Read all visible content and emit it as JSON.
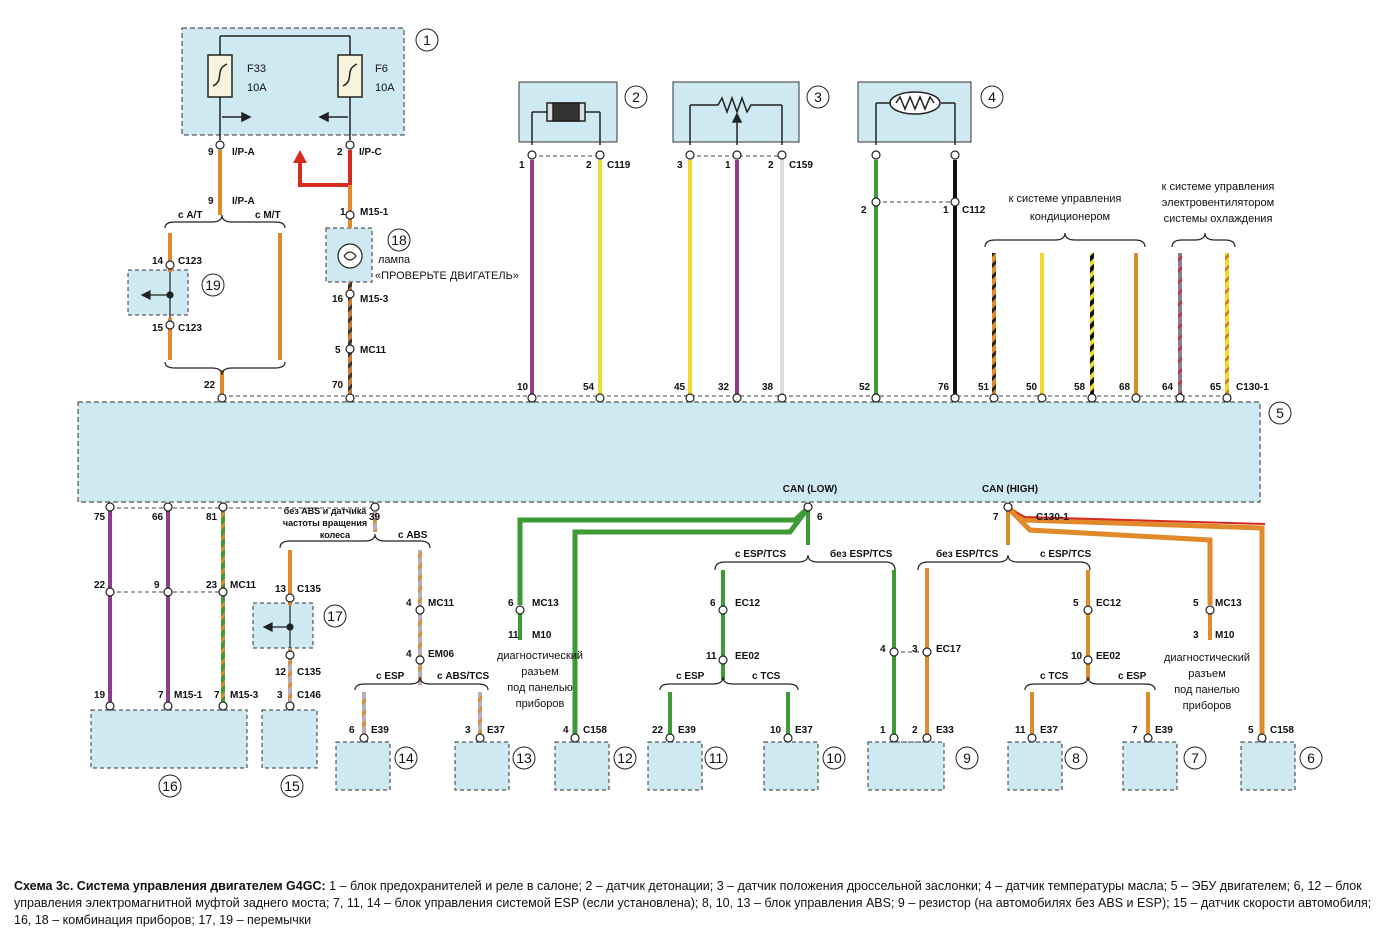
{
  "caption": {
    "title": "Схема 3с. Система управления двигателем G4GC:",
    "text": "1 – блок предохранителей и реле в салоне; 2 – датчик детонации; 3 – датчик положения дроссельной заслонки; 4 – датчик температуры масла; 5 – ЭБУ двигателем; 6, 12 – блок управления электромагнитной муфтой заднего моста; 7, 11, 14 – блок управления системой ESP (если установлена); 8, 10, 13 – блок управления ABS; 9 – резистор (на автомобилях без ABS и ESP); 15 – датчик скорости автомобиля; 16, 18 – комбинация приборов; 17, 19 – перемычки"
  },
  "colors": {
    "box_fill": "#cfe9f2",
    "wire_orange": "#e08a2c",
    "wire_red": "#d62b1e",
    "wire_purple": "#8c3d8f",
    "wire_yellow": "#f0d82e",
    "wire_green": "#3e9a35",
    "wire_black": "#111111",
    "wire_white": "#dcdcdc",
    "wire_grey": "#8a7f8e"
  },
  "fuses": {
    "f33": "F33",
    "f33_rating": "10A",
    "f6": "F6",
    "f6_rating": "10A"
  },
  "lamp_label_1": "лампа",
  "lamp_label_2": "«ПРОВЕРЬТЕ ДВИГАТЕЛЬ»",
  "ac_label_1": "к системе управления",
  "ac_label_2": "кондиционером",
  "fan_label_1": "к системе управления",
  "fan_label_2": "электровентилятором",
  "fan_label_3": "системы охлаждения",
  "can_low": "CAN (LOW)",
  "can_high": "CAN (HIGH)",
  "abs_note_1": "без ABS и датчика",
  "abs_note_2": "частоты вращения",
  "abs_note_3": "колеса",
  "diag_left": [
    "диагностический",
    "разъем",
    "под панелью",
    "приборов"
  ],
  "diag_right": [
    "диагностический",
    "разъем",
    "под панелью",
    "приборов"
  ],
  "numbers": [
    "1",
    "2",
    "3",
    "4",
    "5",
    "6",
    "7",
    "8",
    "9",
    "10",
    "11",
    "12",
    "13",
    "14",
    "15",
    "16",
    "17",
    "18",
    "19"
  ],
  "labels": [
    {
      "id": "l1",
      "t": "9"
    },
    {
      "id": "l2",
      "t": "I/P-A"
    },
    {
      "id": "l3",
      "t": "2"
    },
    {
      "id": "l4",
      "t": "I/P-C"
    },
    {
      "id": "l5",
      "t": "9"
    },
    {
      "id": "l6",
      "t": "I/P-A"
    },
    {
      "id": "l7",
      "t": "с А/Т"
    },
    {
      "id": "l8",
      "t": "с М/Т"
    },
    {
      "id": "l9",
      "t": "1"
    },
    {
      "id": "l10",
      "t": "M15-1"
    },
    {
      "id": "l11",
      "t": "14"
    },
    {
      "id": "l12",
      "t": "C123"
    },
    {
      "id": "l13",
      "t": "15"
    },
    {
      "id": "l14",
      "t": "C123"
    },
    {
      "id": "l15",
      "t": "16"
    },
    {
      "id": "l16",
      "t": "M15-3"
    },
    {
      "id": "l17",
      "t": "5"
    },
    {
      "id": "l18",
      "t": "MC11"
    },
    {
      "id": "l19",
      "t": "22"
    },
    {
      "id": "l20",
      "t": "70"
    },
    {
      "id": "l21",
      "t": "1"
    },
    {
      "id": "l22",
      "t": "2"
    },
    {
      "id": "l23",
      "t": "C119"
    },
    {
      "id": "l24",
      "t": "10"
    },
    {
      "id": "l25",
      "t": "54"
    },
    {
      "id": "l26",
      "t": "3"
    },
    {
      "id": "l27",
      "t": "1"
    },
    {
      "id": "l28",
      "t": "2"
    },
    {
      "id": "l29",
      "t": "C159"
    },
    {
      "id": "l30",
      "t": "45"
    },
    {
      "id": "l31",
      "t": "32"
    },
    {
      "id": "l32",
      "t": "38"
    },
    {
      "id": "l33",
      "t": "2"
    },
    {
      "id": "l34",
      "t": "1"
    },
    {
      "id": "l35",
      "t": "C112"
    },
    {
      "id": "l36",
      "t": "52"
    },
    {
      "id": "l37",
      "t": "76"
    },
    {
      "id": "l38",
      "t": "51"
    },
    {
      "id": "l39",
      "t": "50"
    },
    {
      "id": "l40",
      "t": "58"
    },
    {
      "id": "l41",
      "t": "68"
    },
    {
      "id": "l42",
      "t": "64"
    },
    {
      "id": "l43",
      "t": "65"
    },
    {
      "id": "l44",
      "t": "C130-1"
    },
    {
      "id": "l45",
      "t": "75"
    },
    {
      "id": "l46",
      "t": "66"
    },
    {
      "id": "l47",
      "t": "81"
    },
    {
      "id": "l48",
      "t": "22"
    },
    {
      "id": "l49",
      "t": "9"
    },
    {
      "id": "l50",
      "t": "23"
    },
    {
      "id": "l51",
      "t": "MC11"
    },
    {
      "id": "l52",
      "t": "19"
    },
    {
      "id": "l53",
      "t": "7"
    },
    {
      "id": "l54",
      "t": "M15-1"
    },
    {
      "id": "l55",
      "t": "7"
    },
    {
      "id": "l56",
      "t": "M15-3"
    },
    {
      "id": "l57",
      "t": "39"
    },
    {
      "id": "l58",
      "t": "с ABS"
    },
    {
      "id": "l59",
      "t": "13"
    },
    {
      "id": "l60",
      "t": "C135"
    },
    {
      "id": "l61",
      "t": "12"
    },
    {
      "id": "l62",
      "t": "C135"
    },
    {
      "id": "l63",
      "t": "3"
    },
    {
      "id": "l64",
      "t": "C146"
    },
    {
      "id": "l65",
      "t": "4"
    },
    {
      "id": "l66",
      "t": "MC11"
    },
    {
      "id": "l67",
      "t": "4"
    },
    {
      "id": "l68",
      "t": "EM06"
    },
    {
      "id": "l69",
      "t": "с ESP"
    },
    {
      "id": "l70",
      "t": "с ABS/TCS"
    },
    {
      "id": "l71",
      "t": "6"
    },
    {
      "id": "l72",
      "t": "E39"
    },
    {
      "id": "l73",
      "t": "3"
    },
    {
      "id": "l74",
      "t": "E37"
    },
    {
      "id": "l75",
      "t": "6"
    },
    {
      "id": "l76",
      "t": "MC13"
    },
    {
      "id": "l77",
      "t": "11"
    },
    {
      "id": "l78",
      "t": "M10"
    },
    {
      "id": "l79",
      "t": "4"
    },
    {
      "id": "l80",
      "t": "C158"
    },
    {
      "id": "l81",
      "t": "6"
    },
    {
      "id": "l82",
      "t": "с ESP/TCS"
    },
    {
      "id": "l83",
      "t": "без ESP/TCS"
    },
    {
      "id": "l84",
      "t": "6"
    },
    {
      "id": "l85",
      "t": "EC12"
    },
    {
      "id": "l86",
      "t": "11"
    },
    {
      "id": "l87",
      "t": "EE02"
    },
    {
      "id": "l88",
      "t": "с ESP"
    },
    {
      "id": "l89",
      "t": "с TCS"
    },
    {
      "id": "l90",
      "t": "22"
    },
    {
      "id": "l91",
      "t": "E39"
    },
    {
      "id": "l92",
      "t": "10"
    },
    {
      "id": "l93",
      "t": "E37"
    },
    {
      "id": "l94",
      "t": "7"
    },
    {
      "id": "l95",
      "t": "C130-1"
    },
    {
      "id": "l96",
      "t": "без ESP/TCS"
    },
    {
      "id": "l97",
      "t": "с ESP/TCS"
    },
    {
      "id": "l98",
      "t": "4"
    },
    {
      "id": "l99",
      "t": "3"
    },
    {
      "id": "l100",
      "t": "EC17"
    },
    {
      "id": "l101",
      "t": "1"
    },
    {
      "id": "l102",
      "t": "2"
    },
    {
      "id": "l103",
      "t": "E33"
    },
    {
      "id": "l104",
      "t": "5"
    },
    {
      "id": "l105",
      "t": "EC12"
    },
    {
      "id": "l106",
      "t": "10"
    },
    {
      "id": "l107",
      "t": "EE02"
    },
    {
      "id": "l108",
      "t": "с TCS"
    },
    {
      "id": "l109",
      "t": "с ESP"
    },
    {
      "id": "l110",
      "t": "11"
    },
    {
      "id": "l111",
      "t": "E37"
    },
    {
      "id": "l112",
      "t": "7"
    },
    {
      "id": "l113",
      "t": "E39"
    },
    {
      "id": "l114",
      "t": "5"
    },
    {
      "id": "l115",
      "t": "MC13"
    },
    {
      "id": "l116",
      "t": "3"
    },
    {
      "id": "l117",
      "t": "M10"
    },
    {
      "id": "l118",
      "t": "5"
    },
    {
      "id": "l119",
      "t": "C158"
    }
  ]
}
